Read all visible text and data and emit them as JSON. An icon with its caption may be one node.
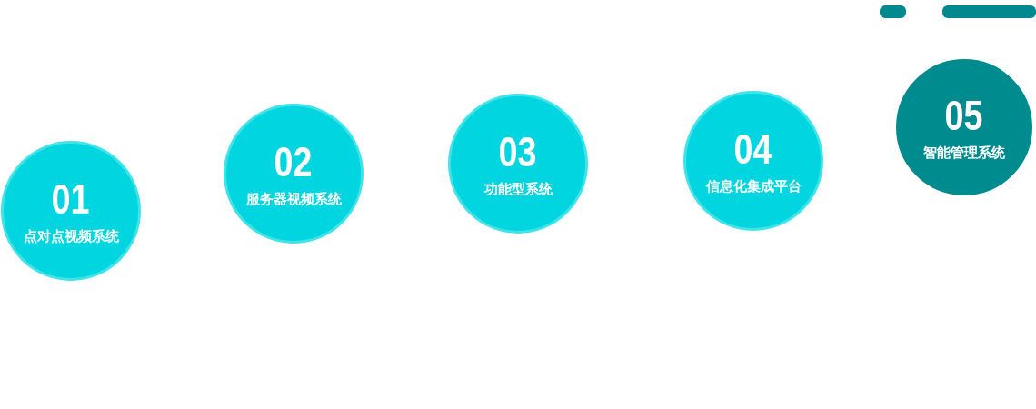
{
  "diagram": {
    "nodes": [
      {
        "text": [
          "01",
          "点对点视频系统"
        ]
      },
      {
        "text": [
          "02",
          "服务器视频系统"
        ]
      },
      {
        "text": [
          "03",
          "功能型系统"
        ]
      },
      {
        "text": [
          "04",
          "信息化集成平台"
        ]
      },
      {
        "text": [
          "05",
          "智能管理系统"
        ]
      }
    ]
  }
}
